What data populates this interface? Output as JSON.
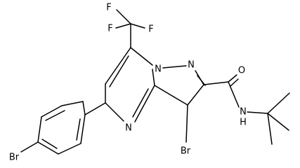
{
  "structure": {
    "atoms": [
      {
        "name": "atom-label-f-top",
        "text": "F"
      },
      {
        "name": "atom-label-f-left",
        "text": "F"
      },
      {
        "name": "atom-label-f-right",
        "text": "F"
      },
      {
        "name": "atom-label-n-ring",
        "text": "N"
      },
      {
        "name": "atom-label-n-bridge",
        "text": "N"
      },
      {
        "name": "atom-label-n-pyrimidine",
        "text": "N"
      },
      {
        "name": "atom-label-o-carbonyl",
        "text": "O"
      },
      {
        "name": "atom-label-n-amide",
        "text": "N"
      },
      {
        "name": "atom-label-h-amide",
        "text": "H"
      },
      {
        "name": "atom-label-br-ring",
        "text": "Br"
      },
      {
        "name": "atom-label-br-aryl",
        "text": "Br"
      }
    ]
  }
}
